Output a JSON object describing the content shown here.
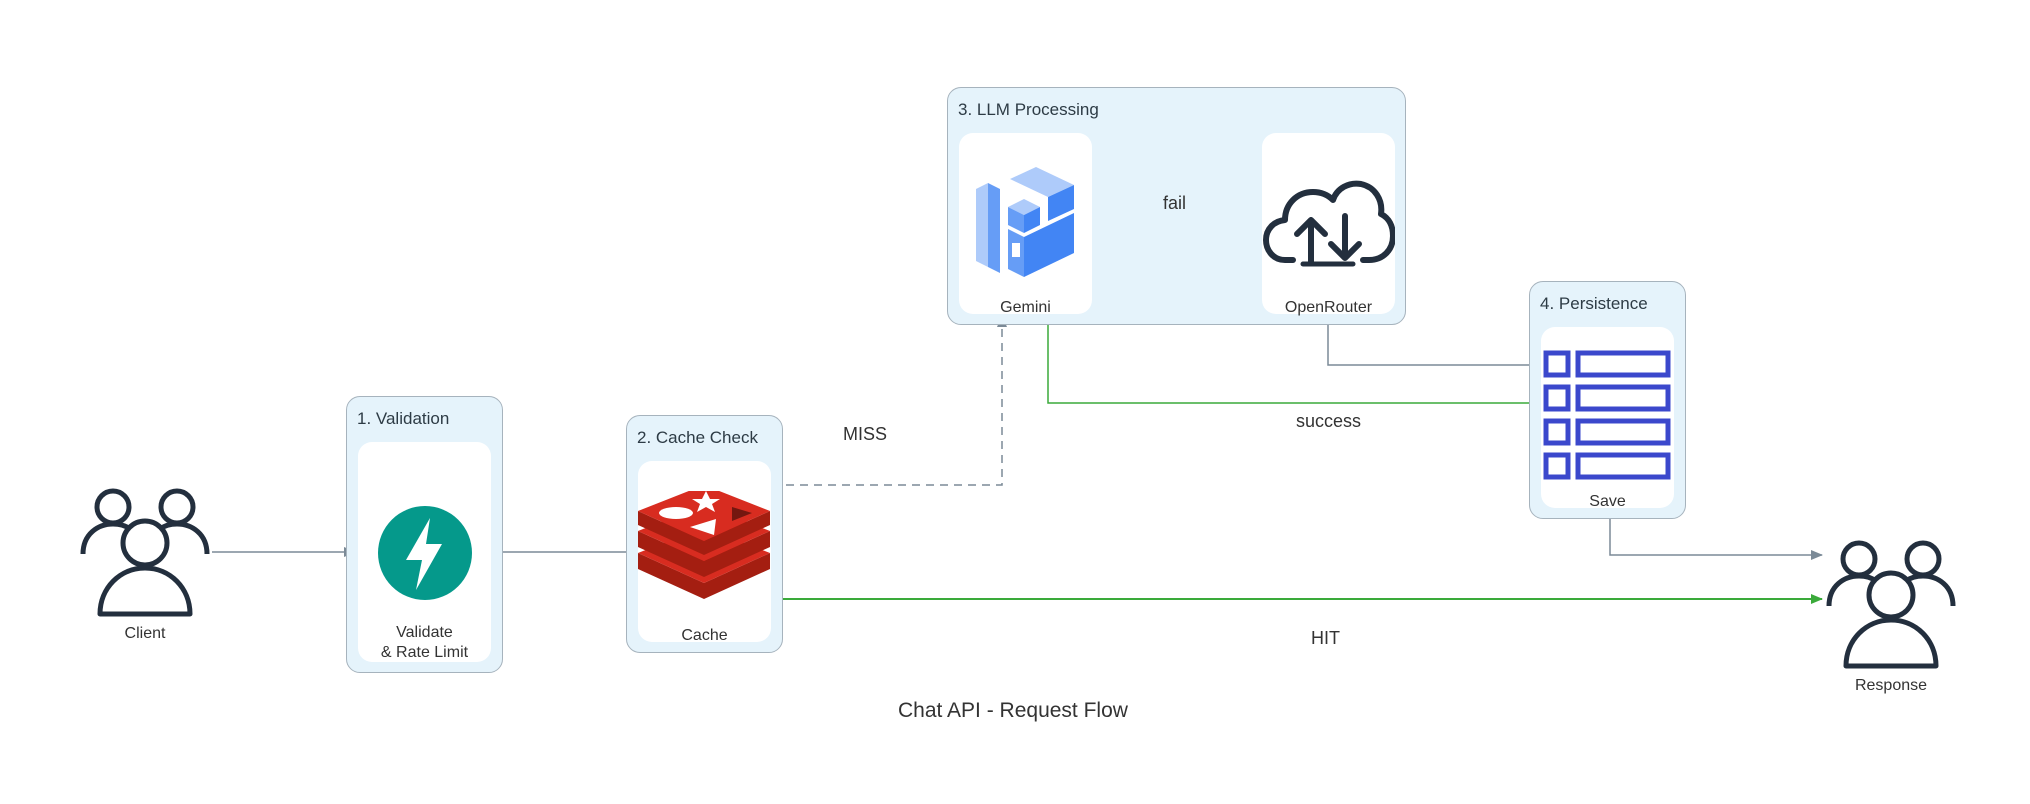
{
  "title": "Chat API - Request Flow",
  "clusters": {
    "validation": "1. Validation",
    "cache": "2. Cache Check",
    "llm": "3. LLM Processing",
    "persistence": "4. Persistence"
  },
  "nodes": {
    "client": "Client",
    "validate": "Validate\n& Rate Limit",
    "cache": "Cache",
    "gemini": "Gemini",
    "openrouter": "OpenRouter",
    "save": "Save",
    "response": "Response"
  },
  "edges": {
    "miss": "MISS",
    "fail": "fail",
    "success": "success",
    "hit": "HIT"
  },
  "colors": {
    "cluster_bg": "#e5f3fb",
    "edge_gray": "#7b8a97",
    "edge_green": "#3aaa3a",
    "edge_red": "#e53935",
    "fastapi": "#05998b",
    "redis": "#d82c20",
    "gemini_blue": "#4285f4",
    "save_indigo": "#3b48cc",
    "user_dark": "#232f3e"
  }
}
